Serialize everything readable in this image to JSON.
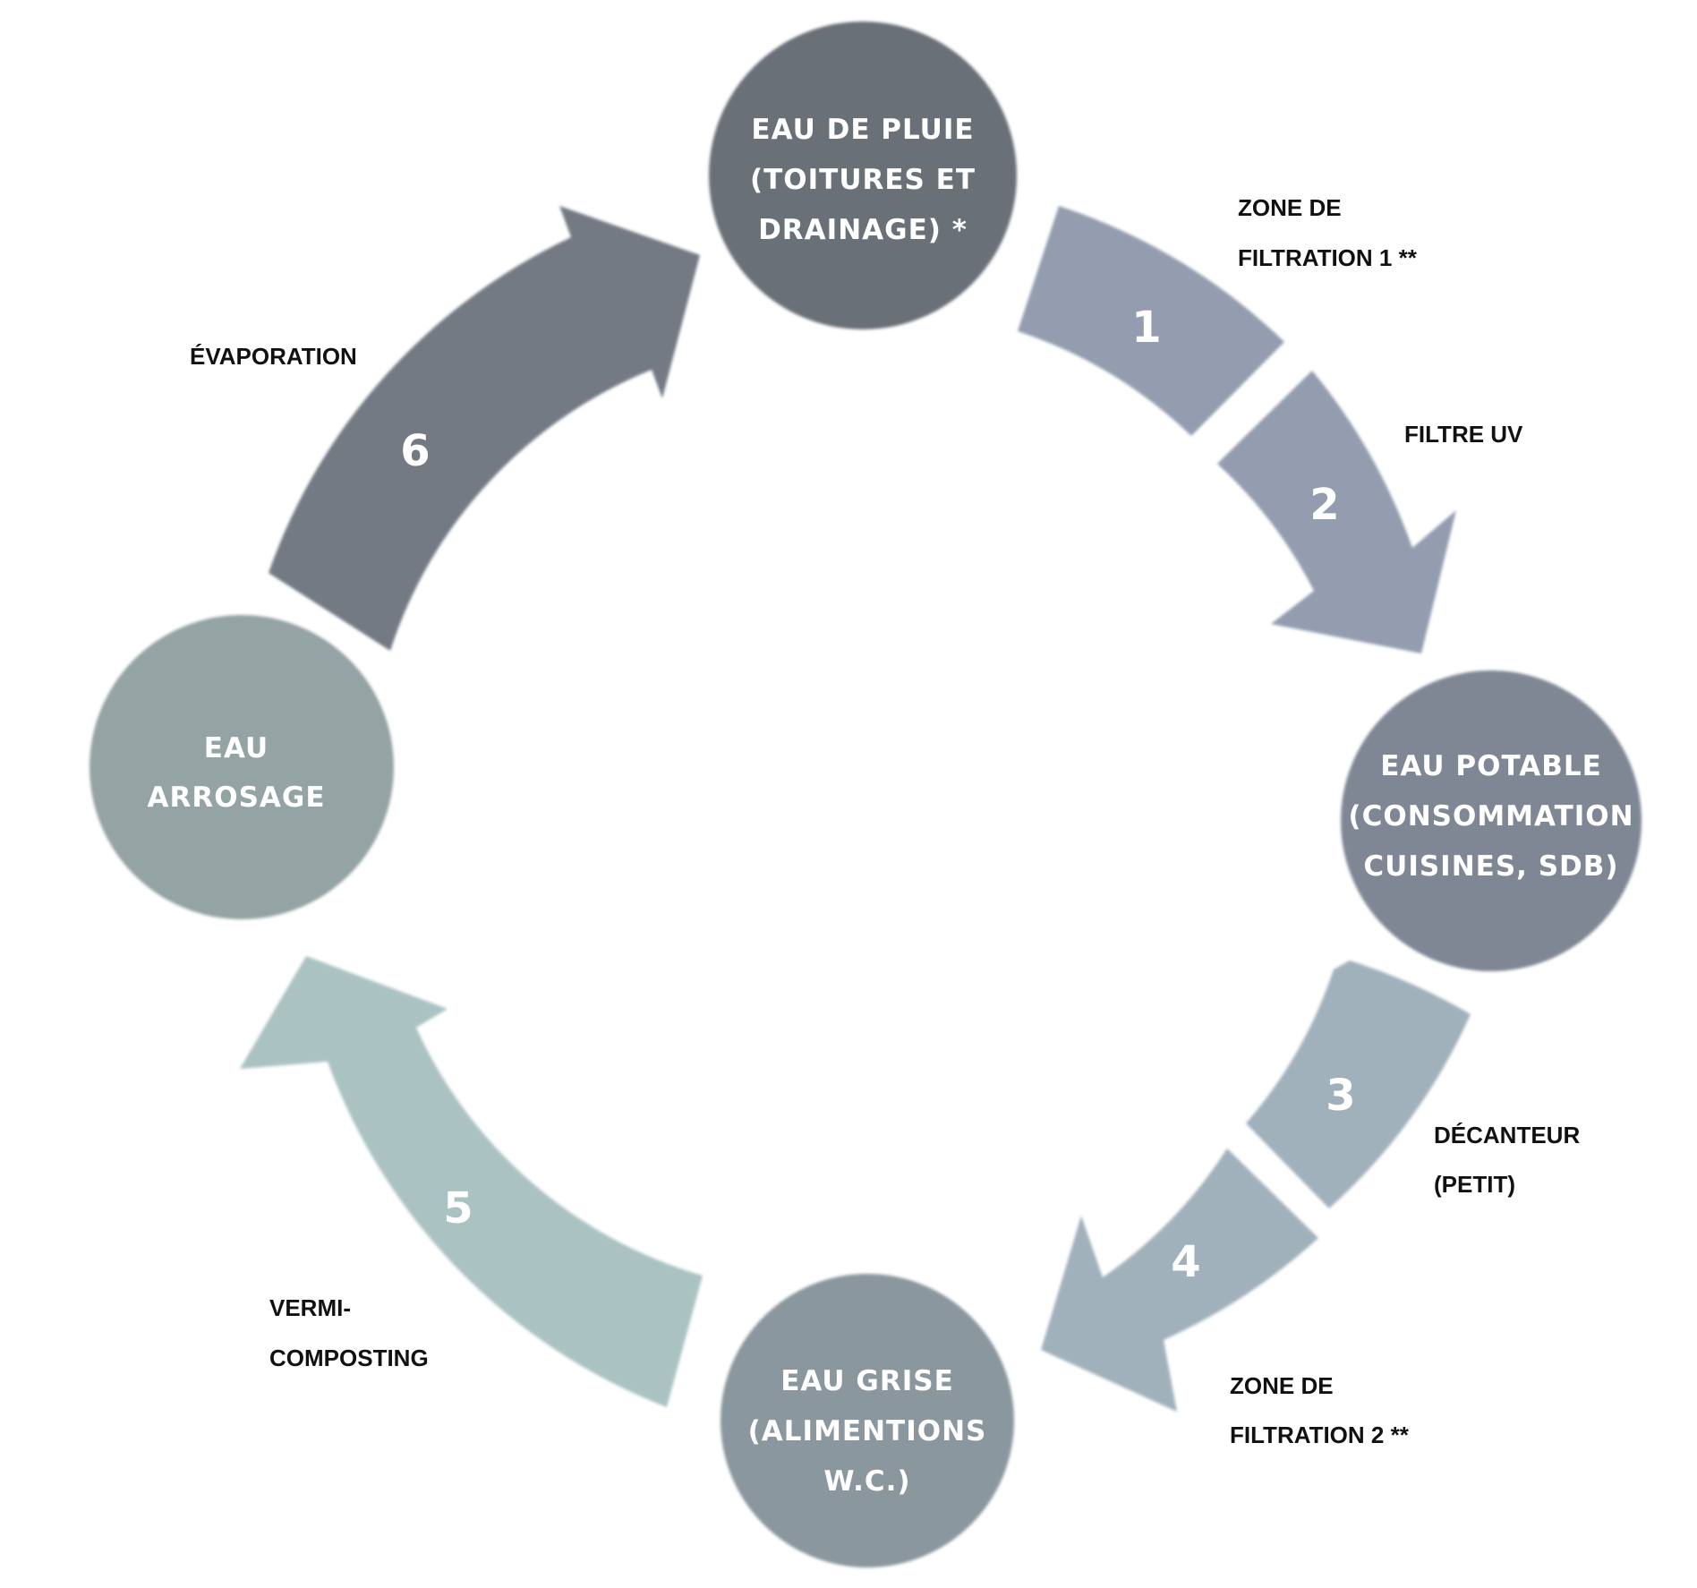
{
  "nodes": [
    {
      "id": "rain",
      "lines": [
        "EAU DE PLUIE",
        "(TOITURES ET",
        "DRAINAGE) *"
      ],
      "color": "#6a7078"
    },
    {
      "id": "potable",
      "lines": [
        "EAU POTABLE",
        "(CONSOMMATION",
        "CUISINES, SDB)"
      ],
      "color": "#7f8794"
    },
    {
      "id": "grey",
      "lines": [
        "EAU GRISE",
        "(ALIMENTIONS",
        "W.C.)"
      ],
      "color": "#8a979e"
    },
    {
      "id": "irrigation",
      "lines": [
        "EAU",
        "ARROSAGE"
      ],
      "color": "#94a3a3"
    }
  ],
  "steps": [
    {
      "number": "1",
      "label": [
        "ZONE DE",
        "FILTRATION 1 **"
      ],
      "color": "#939daf"
    },
    {
      "number": "2",
      "label": [
        "FILTRE UV"
      ],
      "color": "#939daf"
    },
    {
      "number": "3",
      "label": [
        "DÉCANTEUR",
        "(PETIT)"
      ],
      "color": "#a1b1bc"
    },
    {
      "number": "4",
      "label": [
        "ZONE DE",
        "FILTRATION 2 **"
      ],
      "color": "#a1b1bc"
    },
    {
      "number": "5",
      "label": [
        "VERMI-",
        "COMPOSTING"
      ],
      "color": "#abc2c3"
    },
    {
      "number": "6",
      "label": [
        "ÉVAPORATION"
      ],
      "color": "#737a84"
    }
  ]
}
